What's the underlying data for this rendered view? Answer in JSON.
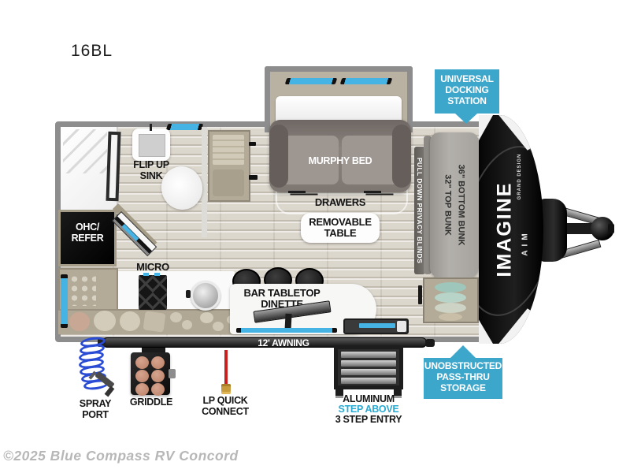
{
  "model": "16BL",
  "watermark": "©2025 Blue Compass RV Concord",
  "rooms": {
    "flip_up_sink": {
      "l1": "FLIP UP",
      "l2": "SINK"
    },
    "ohc_refer": {
      "l1": "OHC/",
      "l2": "REFER"
    },
    "micro": "MICRO",
    "murphy_bed": "MURPHY BED",
    "drawers": "DRAWERS",
    "removable_table": {
      "l1": "REMOVABLE",
      "l2": "TABLE"
    },
    "bar_dinette": {
      "l1": "BAR TABLETOP",
      "l2": "DINETTE"
    },
    "privacy_blinds": "PULL DOWN PRIVACY BLINDS",
    "bunks": {
      "top": "32\" TOP BUNK",
      "bottom": "36\" BOTTOM BUNK"
    }
  },
  "exterior": {
    "awning": "12' AWNING",
    "spray_port": {
      "l1": "SPRAY",
      "l2": "PORT"
    },
    "griddle": "GRIDDLE",
    "lp_quick_connect": {
      "l1": "LP QUICK",
      "l2": "CONNECT"
    },
    "entry_steps": {
      "l1": "ALUMINUM",
      "l2": "STEP ABOVE",
      "l3": "3 STEP ENTRY"
    }
  },
  "callouts": {
    "docking_station": {
      "l1": "UNIVERSAL",
      "l2": "DOCKING",
      "l3": "STATION"
    },
    "pass_thru_storage": {
      "l1": "UNOBSTRUCTED",
      "l2": "PASS-THRU",
      "l3": "STORAGE"
    }
  },
  "branding": {
    "imagine": "IMAGINE",
    "grand_design": "GRAND DESIGN",
    "aim": "AIM"
  },
  "colors": {
    "callout_blue": "#3da6cb",
    "step_above_blue": "#2aa9d2",
    "window_blue": "#45b4e4",
    "lp_red": "#c81f1f",
    "coil_blue": "#2a4cd4"
  }
}
